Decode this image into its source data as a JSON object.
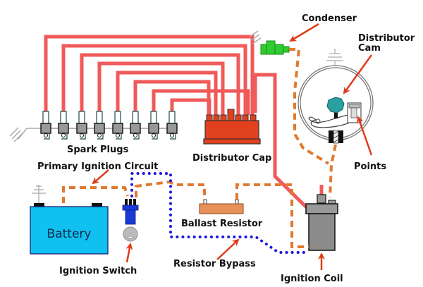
{
  "diagram": {
    "title": "Ignition system wiring",
    "labels": {
      "condenser": "Condenser",
      "distributor_cam_line1": "Distributor",
      "distributor_cam_line2": "Cam",
      "spark_plugs": "Spark Plugs",
      "distributor_cap": "Distributor Cap",
      "primary_ignition_circuit": "Primary Ignition Circuit",
      "points": "Points",
      "battery": "Battery",
      "ballast_resistor": "Ballast Resistor",
      "ignition_switch": "Ignition Switch",
      "resistor_bypass": "Resistor Bypass",
      "ignition_coil": "Ignition Coil"
    },
    "spark_plug_count": 8,
    "colors": {
      "high_tension_wire": "#f05a5a",
      "primary_circuit_wire": "#e07a30",
      "bypass_wire": "#1a1adc",
      "distributor_cap": "#e0401e",
      "battery": "#10c0f0",
      "condenser": "#30cc30",
      "cam": "#2aa0a0",
      "coil": "#8c8c8c",
      "ballast_resistor": "#e8905a",
      "switch": "#1a3ad8",
      "arrow": "#e03a1a"
    }
  }
}
